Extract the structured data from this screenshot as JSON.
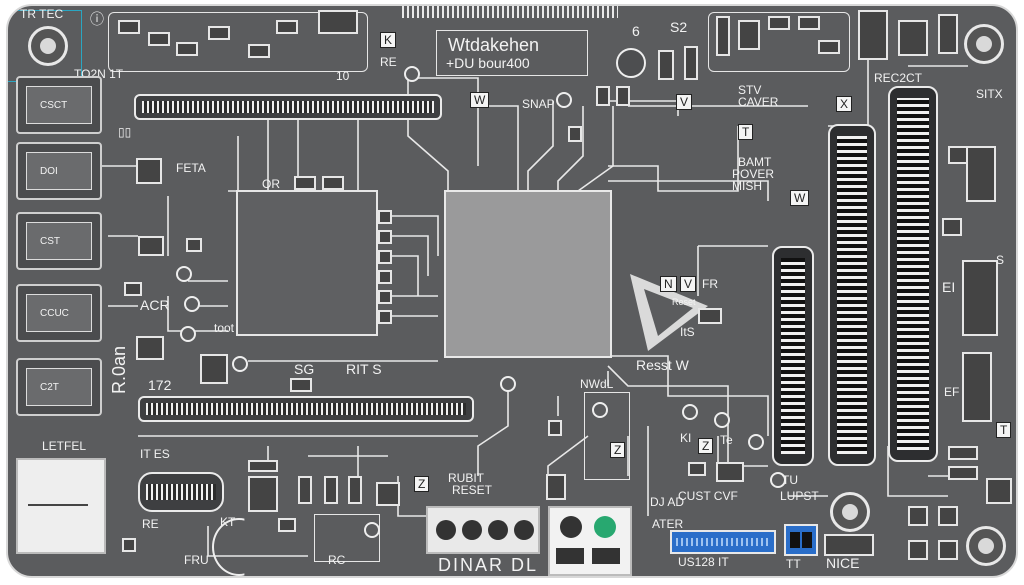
{
  "labels": {
    "corner": "TR TEC",
    "top_num_6": "6",
    "top_s2": "S2",
    "k_box": "K",
    "re": "RE",
    "title_main": "Wtdakehen",
    "title_sub": "+DU   bour400",
    "bottom_left_top": "TO2N 1T",
    "bottom_ten": "10",
    "w_box": "W",
    "snap": "SNAP",
    "v_box": "V",
    "stv": "STV",
    "caver": "CAVER",
    "x_box": "X",
    "rec": "REC2CT",
    "feta": "FETA",
    "or": "OR",
    "t_box": "T",
    "bamt": "BAMT",
    "power": "POVER",
    "mish": "MISH",
    "w2_box": "W",
    "acr": "ACR",
    "toot": "toot",
    "ne_n": "N",
    "ne_v": "V",
    "fr": "FR",
    "reset_w": "Resst W",
    "sg": "SG",
    "rits": "RIT S",
    "n172": "172",
    "side_text": "R.0an",
    "nwdl": "NWdL",
    "letfel": "LETFEL",
    "it_es": "IT  ES",
    "z_box": "Z",
    "kr": "KI",
    "z2": "Z",
    "te": "Te",
    "rebit": "RUBIT",
    "reset": "RESET",
    "z3": "Z",
    "cust": "CUST CVF",
    "tu": "TU",
    "lupst": "LUPST",
    "dj_ad": "DJ AD",
    "ater": "ATER",
    "us128": "US128  IT",
    "tt": "TT",
    "nice": "NICE",
    "dinar": "DINAR DL",
    "re_b": "RE",
    "kt": "KT",
    "fru": "FRU",
    "rc": "RC",
    "ei": "EI",
    "t_right": "T",
    "ef": "EF",
    "s_right": "S",
    "sitx": "SITX",
    "reseat": "Reset",
    "it_is": "ItS"
  },
  "ports_left": [
    "CSCT",
    "DOI",
    "CST",
    "CCUC",
    "C2T"
  ]
}
